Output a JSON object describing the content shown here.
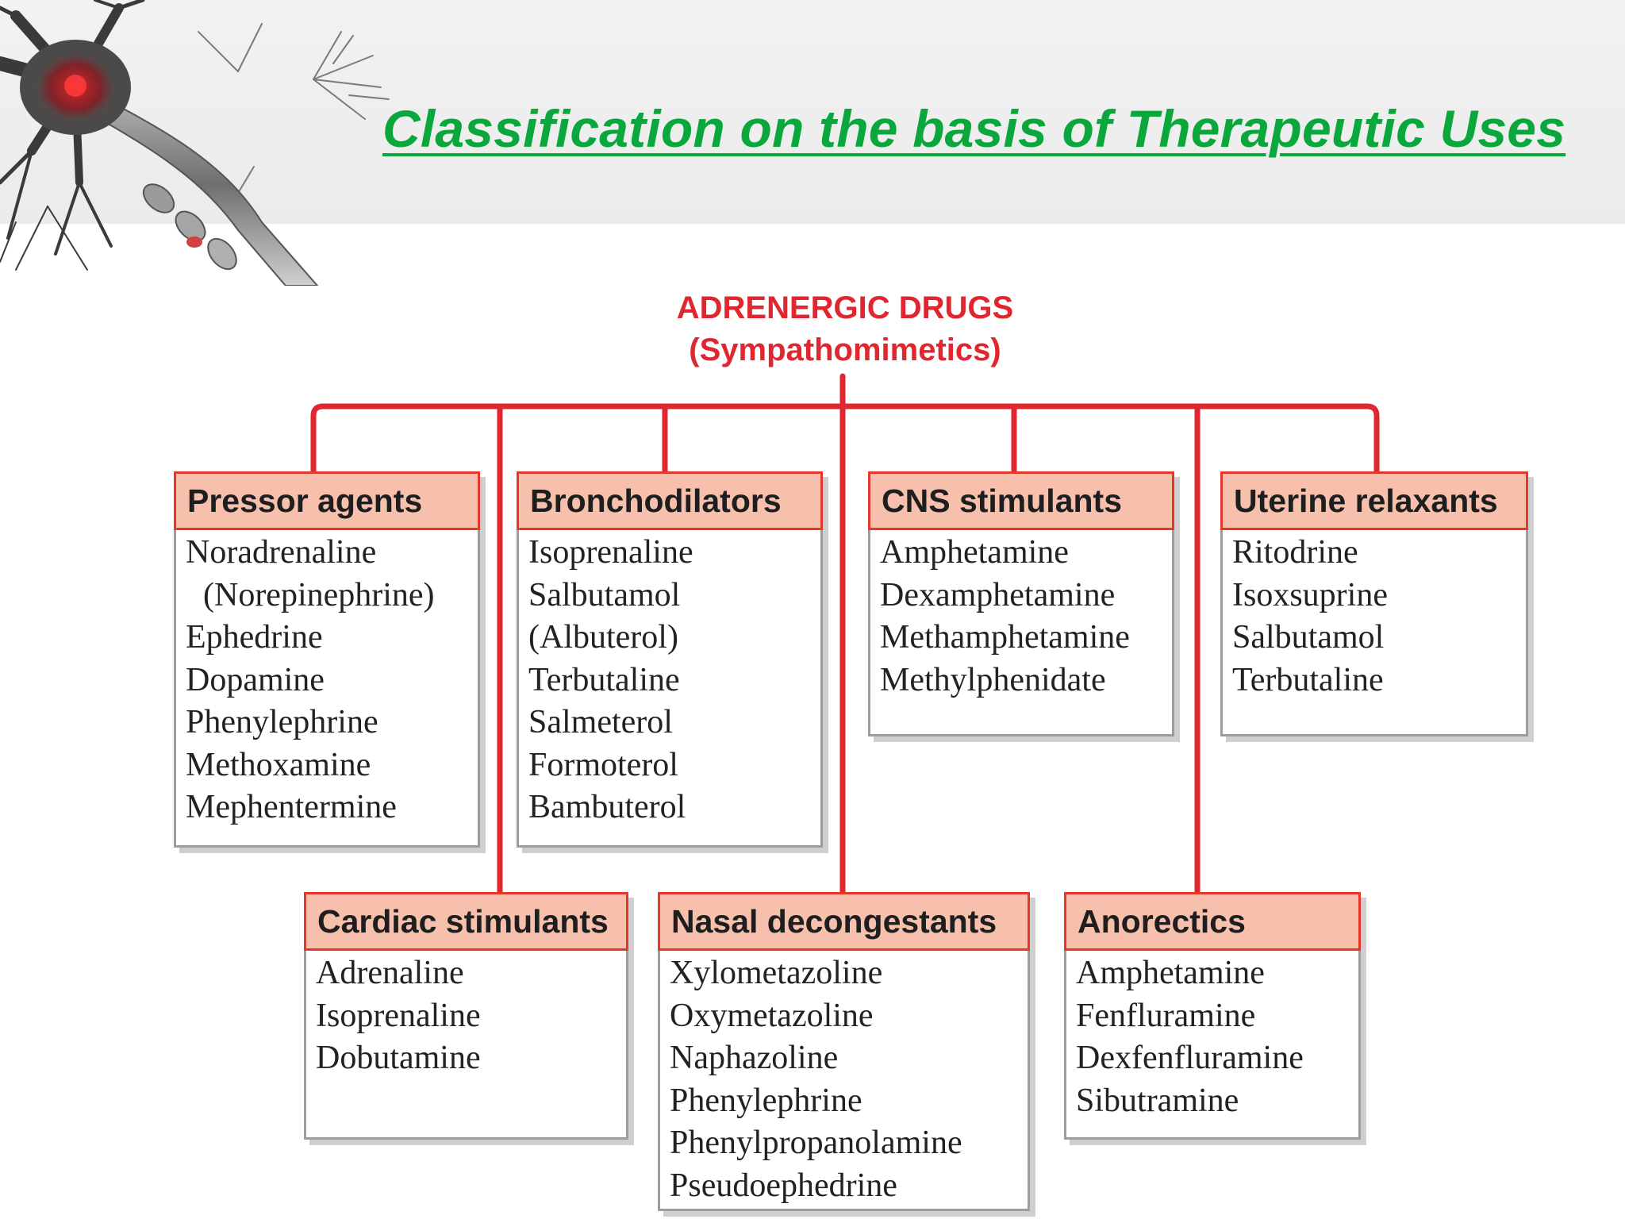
{
  "slide": {
    "title": "Classification on the basis of Therapeutic Uses"
  },
  "tree": {
    "root_line1": "ADRENERGIC DRUGS",
    "root_line2": "(Sympathomimetics)",
    "line_color": "#e0262e",
    "header_fill": "#f7c0ad"
  },
  "categories": [
    {
      "name": "Pressor agents",
      "drugs": [
        "Noradrenaline",
        "(Norepinephrine)",
        "Ephedrine",
        "Dopamine",
        "Phenylephrine",
        "Methoxamine",
        "Mephentermine"
      ]
    },
    {
      "name": "Bronchodilators",
      "drugs": [
        "Isoprenaline",
        "Salbutamol",
        "(Albuterol)",
        "Terbutaline",
        "Salmeterol",
        "Formoterol",
        "Bambuterol"
      ]
    },
    {
      "name": "CNS stimulants",
      "drugs": [
        "Amphetamine",
        "Dexamphetamine",
        "Methamphetamine",
        "Methylphenidate"
      ]
    },
    {
      "name": "Uterine relaxants",
      "drugs": [
        "Ritodrine",
        "Isoxsuprine",
        "Salbutamol",
        "Terbutaline"
      ]
    },
    {
      "name": "Cardiac stimulants",
      "drugs": [
        "Adrenaline",
        "Isoprenaline",
        "Dobutamine"
      ]
    },
    {
      "name": "Nasal decongestants",
      "drugs": [
        "Xylometazoline",
        "Oxymetazoline",
        "Naphazoline",
        "Phenylephrine",
        "Phenylpropanolamine",
        "Pseudoephedrine"
      ]
    },
    {
      "name": "Anorectics",
      "drugs": [
        "Amphetamine",
        "Fenfluramine",
        "Dexfenfluramine",
        "Sibutramine"
      ]
    }
  ]
}
